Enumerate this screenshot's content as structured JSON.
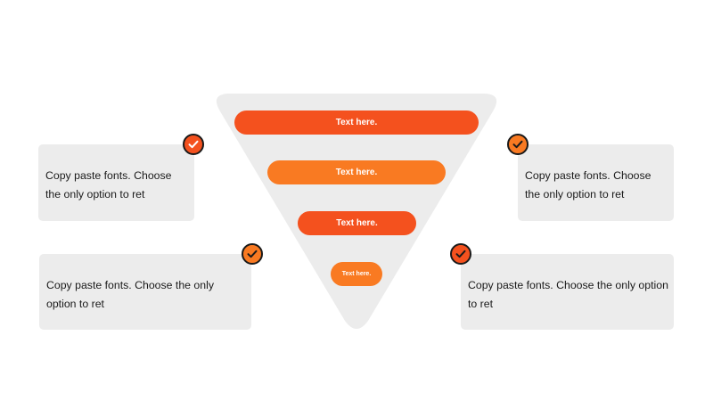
{
  "funnel": {
    "levels": [
      {
        "label": "Text here.",
        "color": "#f4511e"
      },
      {
        "label": "Text here.",
        "color": "#f97a22"
      },
      {
        "label": "Text here.",
        "color": "#f4511e"
      },
      {
        "label": "Text here.",
        "color": "#f97a22"
      }
    ],
    "background_color": "#ececec"
  },
  "cards": [
    {
      "text": "Copy paste fonts. Choose the only option to ret",
      "check_color": "#f4511e",
      "check_mark_color": "#ffffff"
    },
    {
      "text": "Copy paste fonts. Choose the only option to ret",
      "check_color": "#f97a22",
      "check_mark_color": "#1a1a1a"
    },
    {
      "text": "Copy paste fonts. Choose the only option to ret",
      "check_color": "#f97a22",
      "check_mark_color": "#1a1a1a"
    },
    {
      "text": "Copy paste fonts. Choose the only option to ret",
      "check_color": "#f4511e",
      "check_mark_color": "#1a1a1a"
    }
  ],
  "icons": {
    "check": "check-circle-icon"
  }
}
